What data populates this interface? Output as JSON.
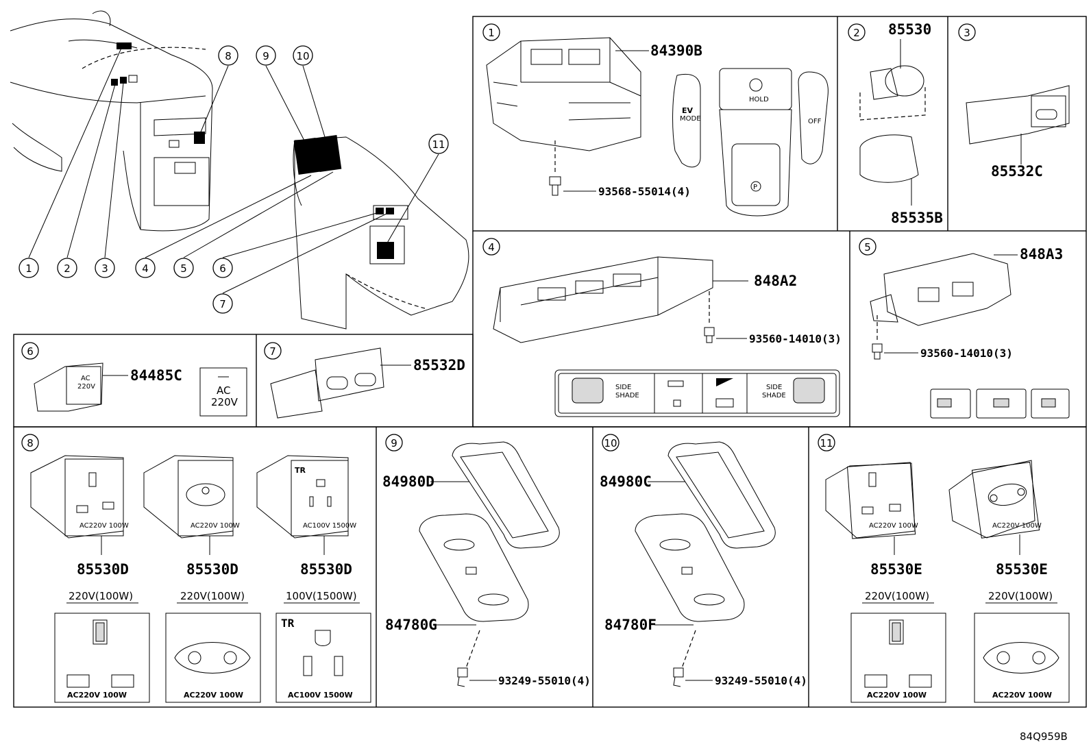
{
  "diagram_code": "84Q959B",
  "overview": {
    "callouts": [
      "1",
      "2",
      "3",
      "4",
      "5",
      "6",
      "7",
      "8",
      "9",
      "10",
      "11"
    ]
  },
  "panels": {
    "p1": {
      "num": "1",
      "part_switch": "84390B",
      "screw": "93568-55014(4)",
      "labels": {
        "ev": "EV",
        "ev_mode": "MODE",
        "hold": "HOLD",
        "off": "OFF",
        "p": "P"
      }
    },
    "p2": {
      "num": "2",
      "part_top": "85530",
      "part_bottom": "85535B"
    },
    "p3": {
      "num": "3",
      "part": "85532C"
    },
    "p4": {
      "num": "4",
      "part": "848A2",
      "screw": "93560-14010(3)",
      "side_shade_l1": "SIDE",
      "side_shade_l2": "SHADE"
    },
    "p5": {
      "num": "5",
      "part": "848A3",
      "screw": "93560-14010(3)"
    },
    "p6": {
      "num": "6",
      "part": "84485C",
      "label_ac": "AC",
      "label_v": "220V"
    },
    "p7": {
      "num": "7",
      "part": "85532D"
    },
    "p8": {
      "num": "8",
      "outlets": [
        {
          "part": "85530D",
          "rating": "220V(100W)",
          "label": "AC220V  100W"
        },
        {
          "part": "85530D",
          "rating": "220V(100W)",
          "label": "AC220V 100W"
        },
        {
          "part": "85530D",
          "rating": "100V(1500W)",
          "label": "AC100V  1500W",
          "tag": "TR"
        }
      ]
    },
    "p9": {
      "num": "9",
      "part_pad": "84980D",
      "part_charger": "84780G",
      "screw": "93249-55010(4)"
    },
    "p10": {
      "num": "10",
      "part_pad": "84980C",
      "part_charger": "84780F",
      "screw": "93249-55010(4)"
    },
    "p11": {
      "num": "11",
      "outlets": [
        {
          "part": "85530E",
          "rating": "220V(100W)",
          "label": "AC220V  100W"
        },
        {
          "part": "85530E",
          "rating": "220V(100W)",
          "label": "AC220V 100W"
        }
      ]
    }
  }
}
